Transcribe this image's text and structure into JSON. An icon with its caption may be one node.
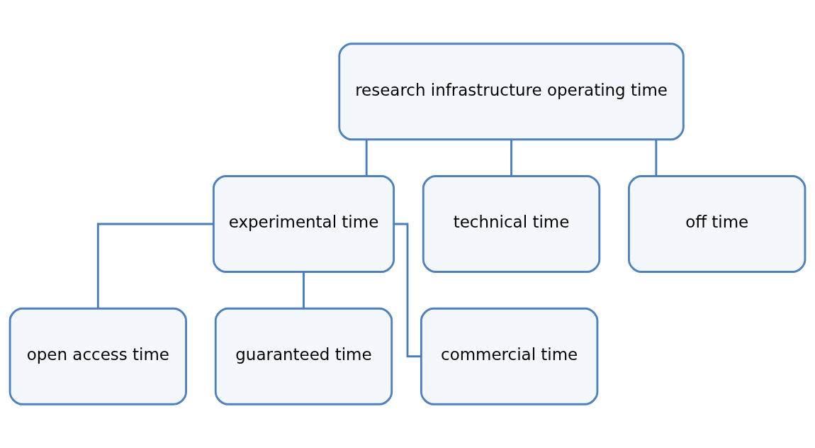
{
  "diagram": {
    "nodes": [
      {
        "text": [
          "research infrastructure operating time"
        ]
      },
      {
        "text": [
          "experimental time"
        ]
      },
      {
        "text": [
          "technical time"
        ]
      },
      {
        "text": [
          "off time"
        ]
      },
      {
        "text": [
          "open access time"
        ]
      },
      {
        "text": [
          "guaranteed time"
        ]
      },
      {
        "text": [
          "commercial time"
        ]
      }
    ],
    "edges": [
      {
        "from": 0,
        "to": 1,
        "arrow": "none"
      },
      {
        "from": 0,
        "to": 2,
        "arrow": "none"
      },
      {
        "from": 0,
        "to": 3,
        "arrow": "none"
      },
      {
        "from": 1,
        "to": 4,
        "arrow": "none"
      },
      {
        "from": 1,
        "to": 5,
        "arrow": "none"
      },
      {
        "from": 1,
        "to": 6,
        "arrow": "none"
      }
    ]
  }
}
